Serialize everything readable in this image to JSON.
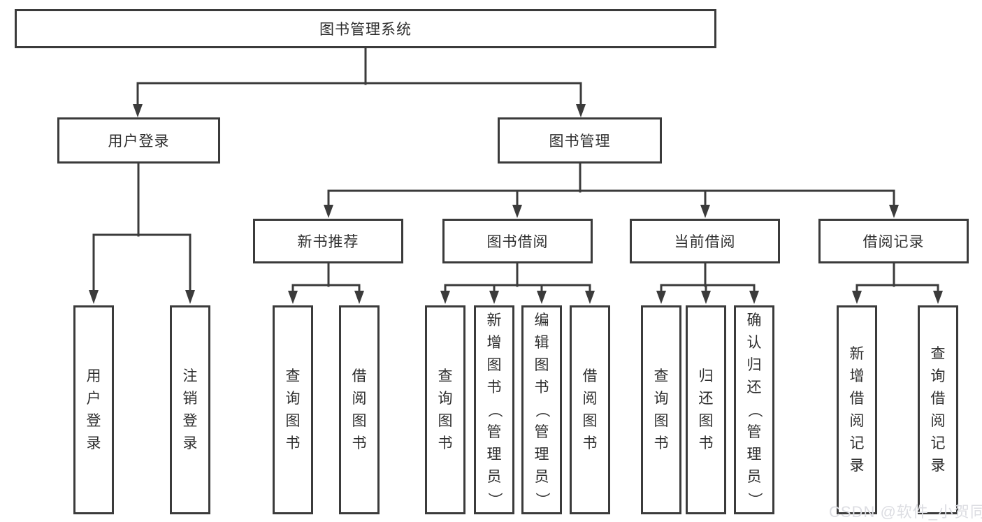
{
  "diagram": {
    "root": "图书管理系统",
    "branches": [
      {
        "label": "用户登录",
        "children": [
          "用户登录",
          "注销登录"
        ]
      },
      {
        "label": "图书管理",
        "groups": [
          {
            "label": "新书推荐",
            "children": [
              "查询图书",
              "借阅图书"
            ]
          },
          {
            "label": "图书借阅",
            "children": [
              "查询图书",
              "新增图书（管理员）",
              "编辑图书（管理员）",
              "借阅图书"
            ]
          },
          {
            "label": "当前借阅",
            "children": [
              "查询图书",
              "归还图书",
              "确认归还（管理员）"
            ]
          },
          {
            "label": "借阅记录",
            "children": [
              "新增借阅记录",
              "查询借阅记录"
            ]
          }
        ]
      }
    ]
  },
  "watermark": "CSDN @软件_小贺同学",
  "colors": {
    "line": "#3b3b3b",
    "text": "#2e2e2e",
    "watermark": "#dcdde2",
    "background": "#ffffff"
  }
}
